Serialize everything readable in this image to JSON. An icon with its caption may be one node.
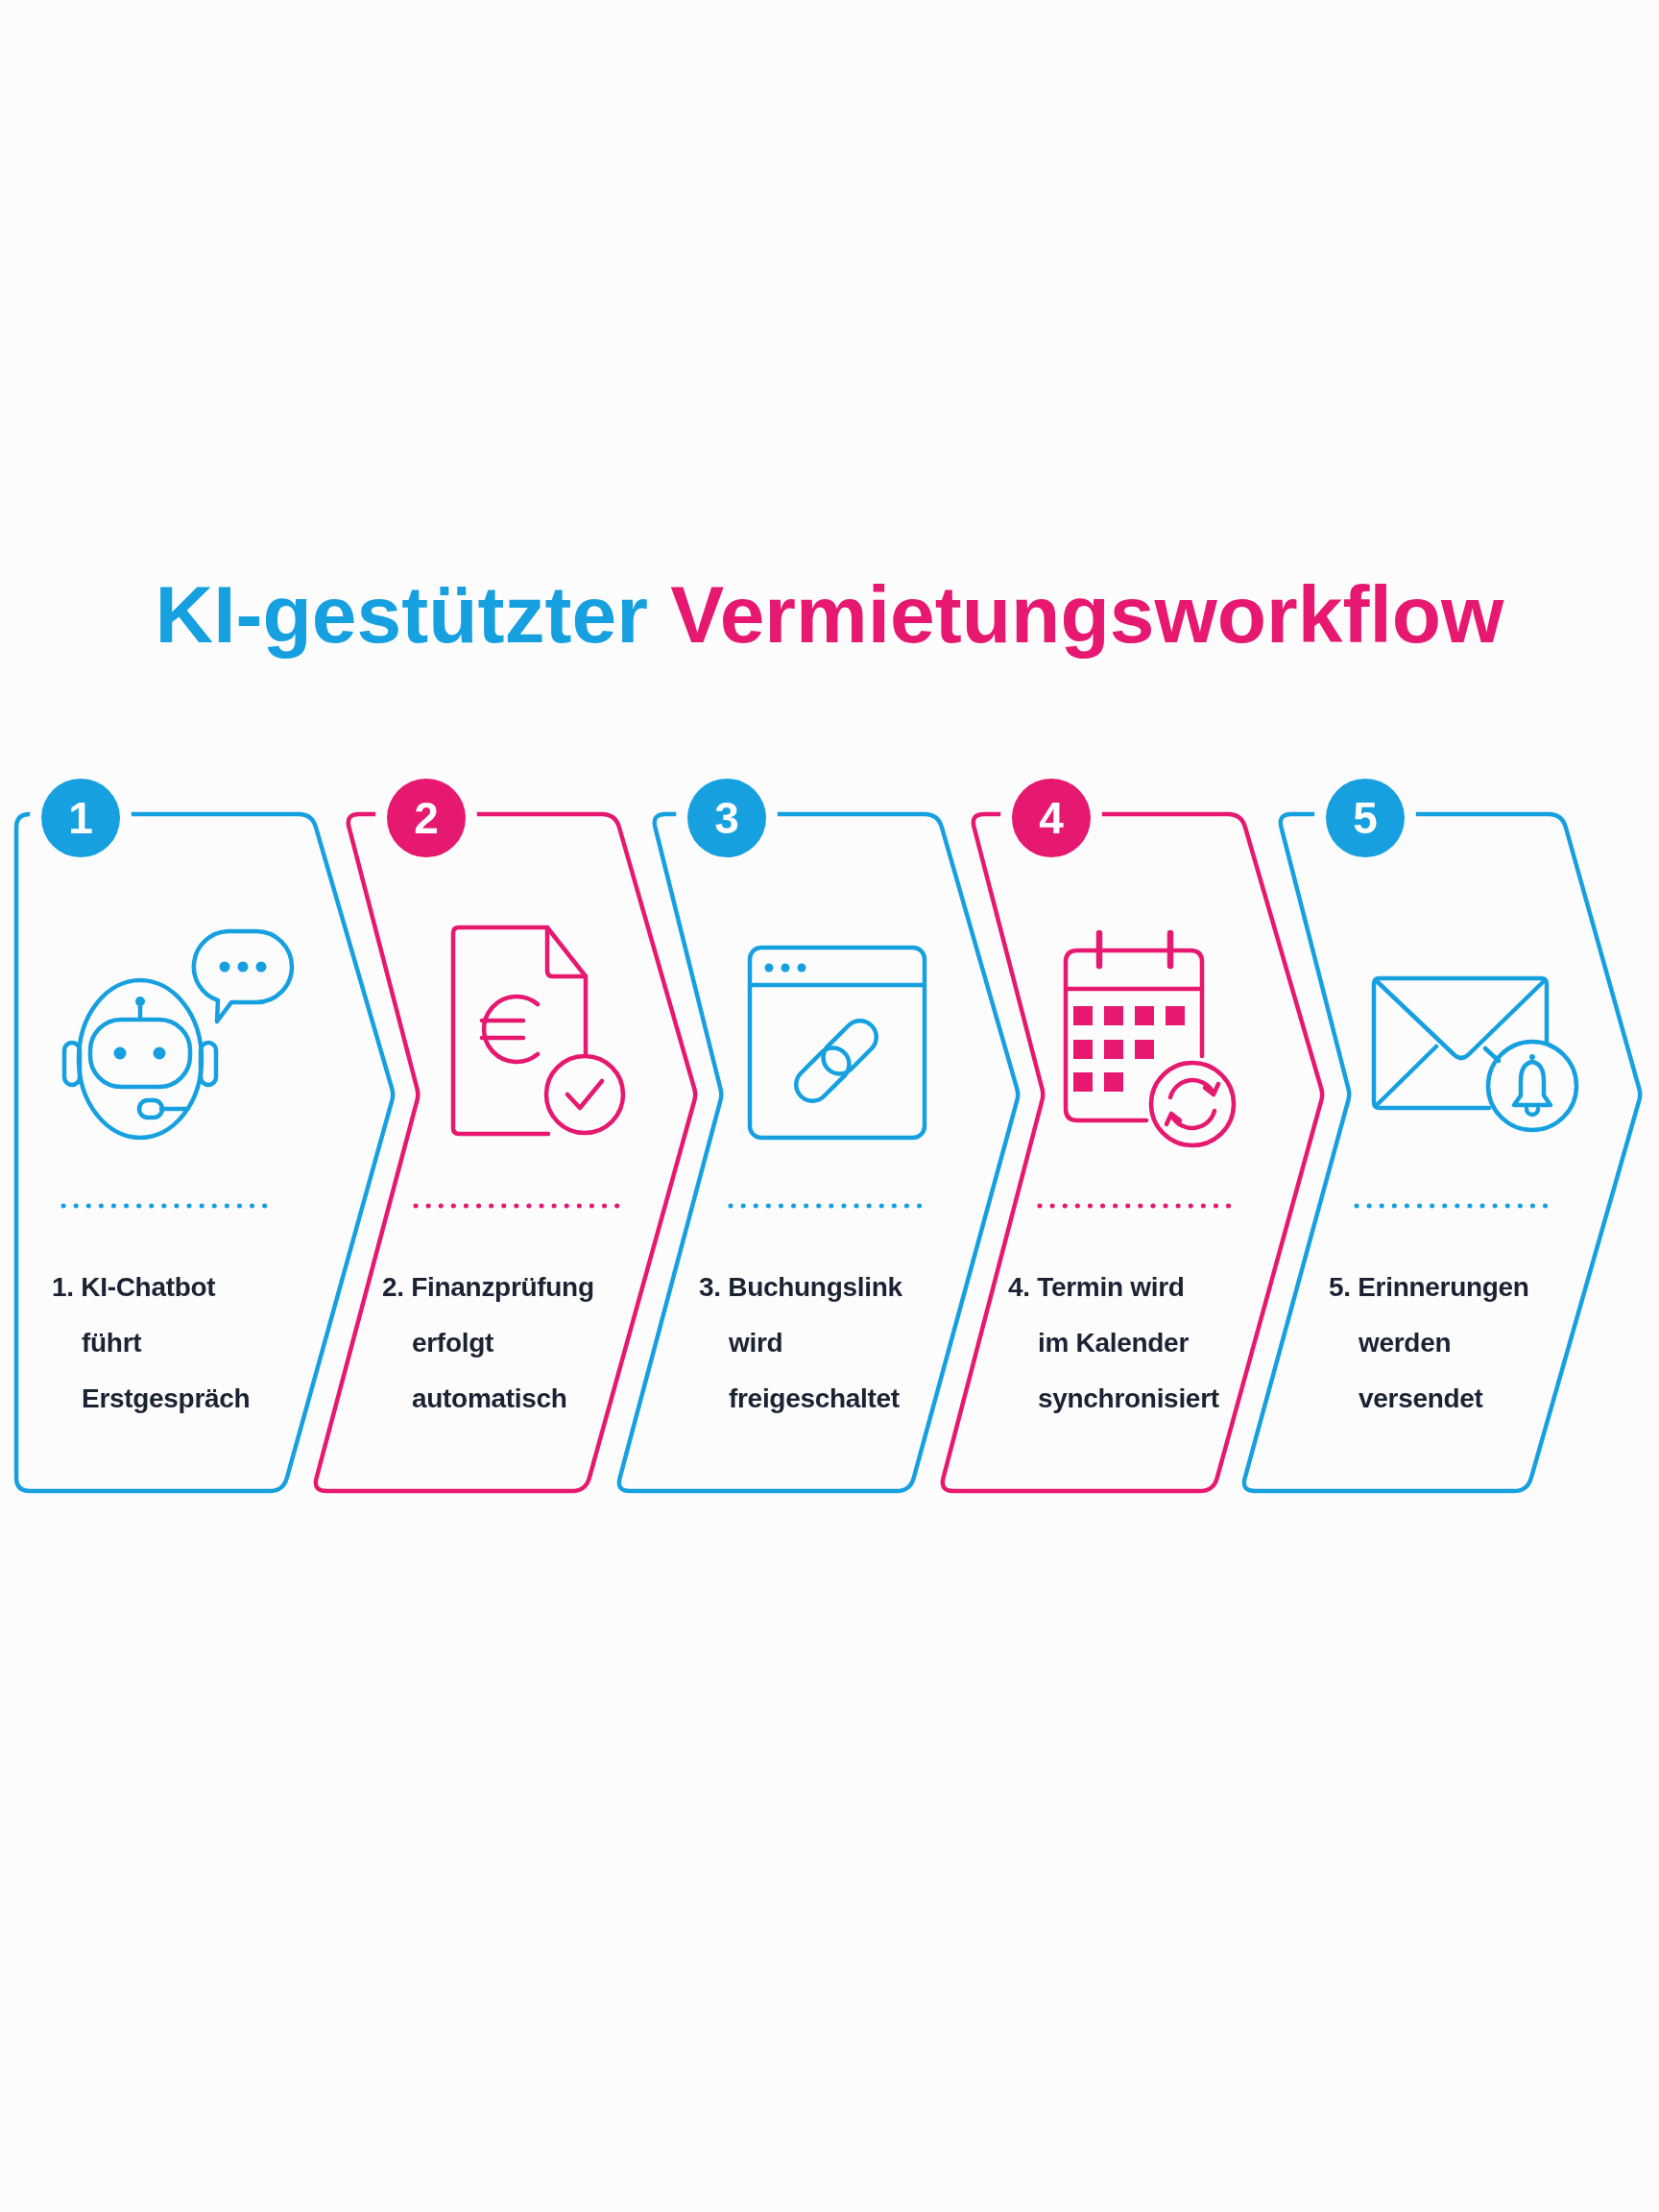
{
  "diagram": {
    "title": "KI-gestützter Vermietungsworkflow",
    "nodes": [
      {
        "text": [
          "1",
          "1. KI-Chatbot führt Erstgespräch"
        ]
      },
      {
        "text": [
          "2",
          "2. Finanzprüfung erfolgt automatisch"
        ]
      },
      {
        "text": [
          "3",
          "3. Buchungslink wird freigeschaltet"
        ]
      },
      {
        "text": [
          "4",
          "4. Termin wird im Kalender synchronisiert"
        ]
      },
      {
        "text": [
          "5",
          "5. Erinnerungen werden versendet"
        ]
      }
    ]
  }
}
